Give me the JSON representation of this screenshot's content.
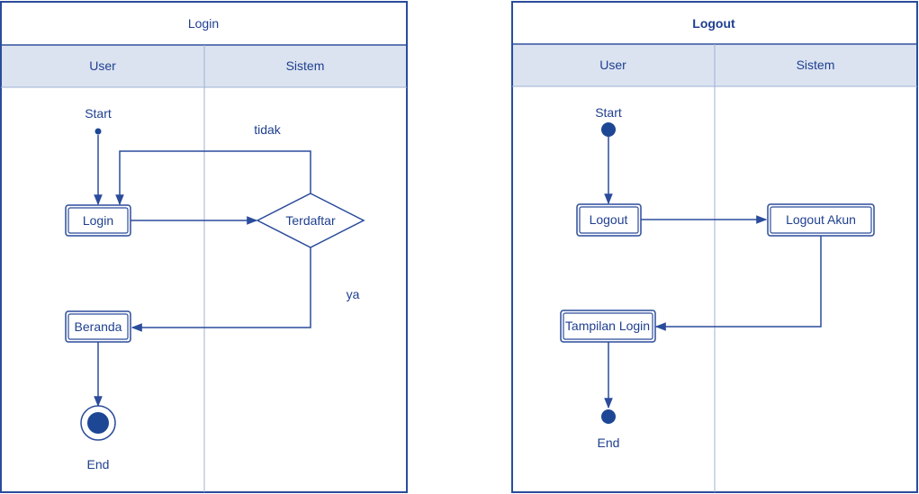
{
  "colors": {
    "stroke": "#2b4c9b",
    "text": "#1f3f8f",
    "lane_header_bg": "#dbe3f1",
    "fill": "#ffffff",
    "node_fill": "#1d4795"
  },
  "login": {
    "title": "Login",
    "lanes": [
      "User",
      "Sistem"
    ],
    "start_label": "Start",
    "login_node": "Login",
    "decision": "Terdaftar",
    "no_label": "tidak",
    "yes_label": "ya",
    "home_node": "Beranda",
    "end_label": "End"
  },
  "logout": {
    "title": "Logout",
    "lanes": [
      "User",
      "Sistem"
    ],
    "start_label": "Start",
    "logout_node": "Logout",
    "account_node": "Logout Akun",
    "login_view_node": "Tampilan Login",
    "end_label": "End"
  }
}
